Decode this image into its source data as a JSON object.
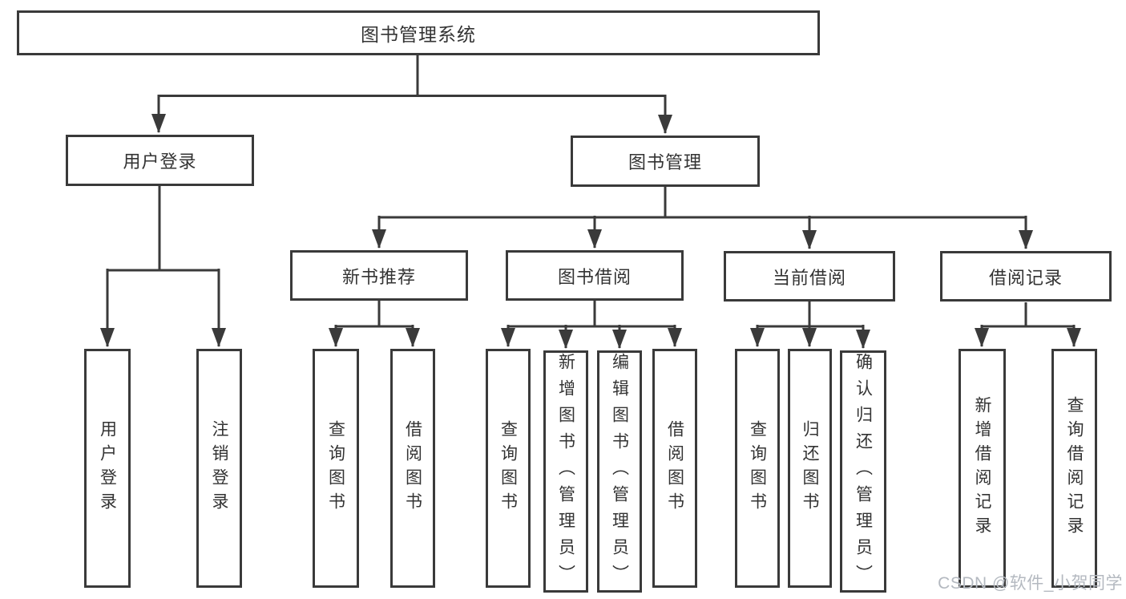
{
  "title": "图书管理系统",
  "watermark": "CSDN @软件_小贺同学",
  "colors": {
    "line": "#3a3a3a",
    "text": "#333333",
    "background": "#ffffff",
    "watermark": "#b4b9c0"
  },
  "hierarchy": {
    "root": "图书管理系统",
    "children": [
      {
        "label": "用户登录",
        "children": [
          "用户登录",
          "注销登录"
        ]
      },
      {
        "label": "图书管理",
        "children": [
          {
            "label": "新书推荐",
            "children": [
              "查询图书",
              "借阅图书"
            ]
          },
          {
            "label": "图书借阅",
            "children": [
              "查询图书",
              "新增图书（管理员）",
              "编辑图书（管理员）",
              "借阅图书"
            ]
          },
          {
            "label": "当前借阅",
            "children": [
              "查询图书",
              "归还图书",
              "确认归还（管理员）"
            ]
          },
          {
            "label": "借阅记录",
            "children": [
              "新增借阅记录",
              "查询借阅记录"
            ]
          }
        ]
      }
    ]
  }
}
